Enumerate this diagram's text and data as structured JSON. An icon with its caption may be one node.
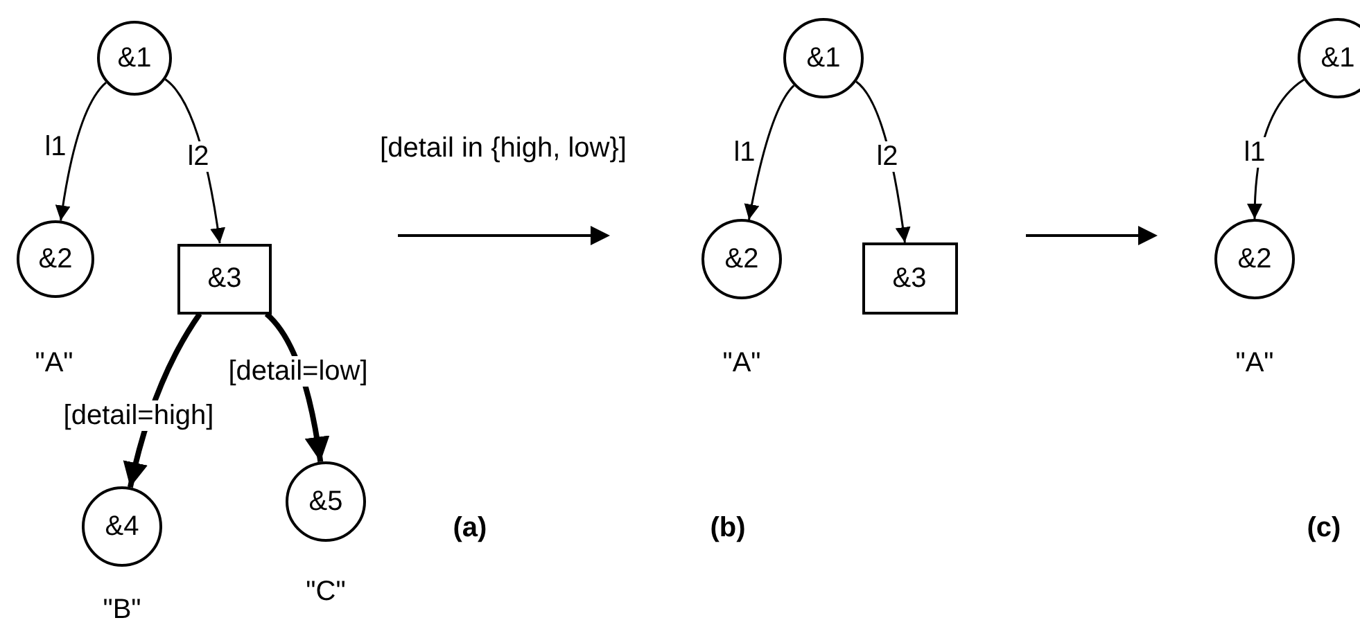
{
  "diagram": {
    "nodes": [
      {
        "text": [
          "&1"
        ]
      },
      {
        "text": [
          "&2"
        ],
        "beside": [
          "\"A\""
        ]
      },
      {
        "text": [
          "&3"
        ]
      },
      {
        "text": [
          "&4"
        ],
        "beside": [
          "\"B\""
        ]
      },
      {
        "text": [
          "&5"
        ],
        "beside": [
          "\"C\""
        ]
      },
      {
        "text": [
          "&1"
        ]
      },
      {
        "text": [
          "&2"
        ],
        "beside": [
          "\"A\""
        ]
      },
      {
        "text": [
          "&3"
        ]
      },
      {
        "text": [
          "&1"
        ]
      },
      {
        "text": [
          "&2"
        ],
        "beside": [
          "\"A\""
        ]
      }
    ],
    "edges": [
      {
        "from": 0,
        "to": 1,
        "arrow": "to",
        "label": "l1"
      },
      {
        "from": 0,
        "to": 2,
        "arrow": "to",
        "label": "l2"
      },
      {
        "from": 2,
        "to": 3,
        "arrow": "to",
        "label": "[detail=high]",
        "style": "thick"
      },
      {
        "from": 2,
        "to": 4,
        "arrow": "to",
        "label": "[detail=low]",
        "style": "thick"
      },
      {
        "from": 5,
        "to": 6,
        "arrow": "to",
        "label": "l1"
      },
      {
        "from": 5,
        "to": 7,
        "arrow": "to",
        "label": "l2"
      },
      {
        "from": 8,
        "to": 9,
        "arrow": "to",
        "label": "l1"
      }
    ],
    "labels": [
      "[detail in {high, low}]",
      "(a)",
      "(b)",
      "(c)"
    ]
  }
}
